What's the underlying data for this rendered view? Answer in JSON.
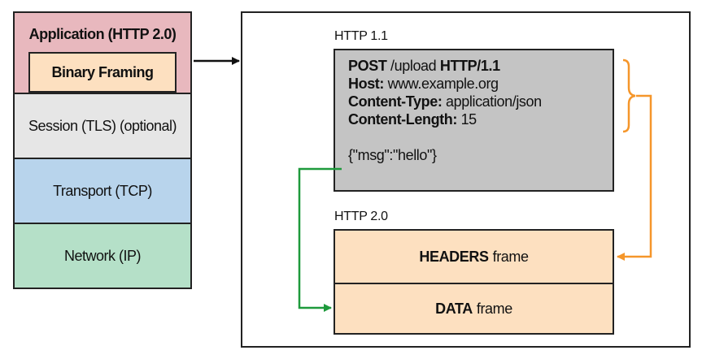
{
  "stack": {
    "application": "Application (HTTP 2.0)",
    "binary_framing": "Binary Framing",
    "session": "Session (TLS) (optional)",
    "transport": "Transport (TCP)",
    "network": "Network (IP)"
  },
  "http11": {
    "label": "HTTP 1.1",
    "request": {
      "method": "POST",
      "path": " /upload ",
      "version": "HTTP/1.1",
      "host_key": "Host:",
      "host_val": " www.example.org",
      "ctype_key": "Content-Type:",
      "ctype_val": " application/json",
      "clen_key": "Content-Length:",
      "clen_val": " 15",
      "body": "{\"msg\":\"hello\"}"
    }
  },
  "http2": {
    "label": "HTTP 2.0",
    "headers_frame": {
      "strong": "HEADERS",
      "rest": "frame"
    },
    "data_frame": {
      "strong": "DATA",
      "rest": "frame"
    }
  },
  "colors": {
    "application": "#e8b8be",
    "binary_framing": "#fde0c0",
    "session": "#e6e6e6",
    "transport": "#b8d4ec",
    "network": "#b5e0c8",
    "request_box": "#c4c4c4",
    "frame": "#fde0c0",
    "headers_connector": "#f5962a",
    "data_connector": "#1e9a3c"
  }
}
